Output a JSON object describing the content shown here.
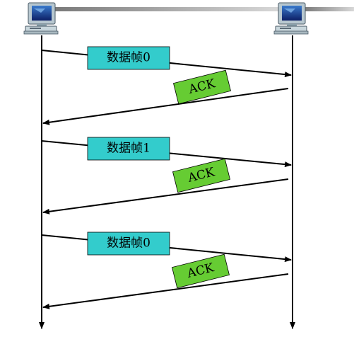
{
  "colors": {
    "background": "#ffffff",
    "data_frame_fill": "#33cccc",
    "ack_fill": "#66cc33",
    "line": "#000000",
    "header_bar": "#9a9a9a",
    "computer_screen": "#1a3a9a",
    "computer_body": "#c8d6dc"
  },
  "icons": {
    "left_host": "computer-icon",
    "right_host": "computer-icon"
  },
  "messages": [
    {
      "direction": "left-to-right",
      "label": "数据帧0",
      "kind": "data-frame"
    },
    {
      "direction": "right-to-left",
      "label": "ACK",
      "kind": "ack"
    },
    {
      "direction": "left-to-right",
      "label": "数据帧1",
      "kind": "data-frame"
    },
    {
      "direction": "right-to-left",
      "label": "ACK",
      "kind": "ack"
    },
    {
      "direction": "left-to-right",
      "label": "数据帧0",
      "kind": "data-frame"
    },
    {
      "direction": "right-to-left",
      "label": "ACK",
      "kind": "ack"
    }
  ]
}
